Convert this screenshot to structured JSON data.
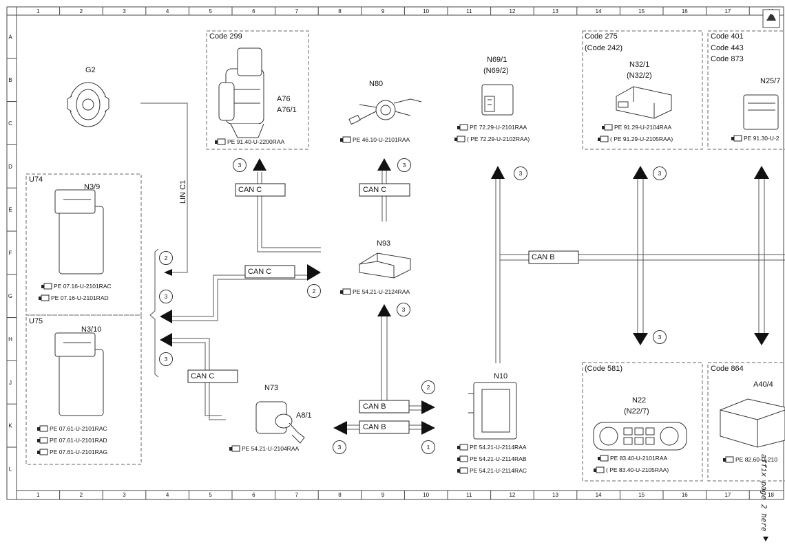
{
  "grid": {
    "columns": [
      "1",
      "2",
      "3",
      "4",
      "5",
      "6",
      "7",
      "8",
      "9",
      "10",
      "11",
      "12",
      "13",
      "14",
      "15",
      "16",
      "17",
      "18"
    ],
    "rows": [
      "A",
      "B",
      "C",
      "D",
      "E",
      "F",
      "G",
      "H",
      "J",
      "K",
      "L"
    ]
  },
  "boxes": {
    "code299": {
      "title": "Code 299"
    },
    "code275": {
      "title": "Code 275",
      "title2": "(Code 242)"
    },
    "code401": {
      "line1": "Code 401",
      "line2": "Code 443",
      "line3": "Code 873"
    },
    "u74": {
      "title": "U74"
    },
    "u75": {
      "title": "U75"
    },
    "code581": {
      "title": "(Code 581)"
    },
    "code864": {
      "title": "Code 864"
    }
  },
  "components": {
    "g2": "G2",
    "a76": "A76",
    "a76_1": "A76/1",
    "n80": "N80",
    "n69_1": "N69/1",
    "n69_2": "(N69/2)",
    "n32_1": "N32/1",
    "n32_2": "(N32/2)",
    "n25": "N25/7",
    "n3_9": "N3/9",
    "n3_10": "N3/10",
    "n93": "N93",
    "n73": "N73",
    "a8_1": "A8/1",
    "n10": "N10",
    "n22": "N22",
    "n22_7": "(N22/7)",
    "a40": "A40/4"
  },
  "refs": {
    "a76": "PE 91.40-U-2200RAA",
    "n80": "PE 46.10-U-2101RAA",
    "n69a": "PE 72.29-U-2101RAA",
    "n69b": "(     PE 72.29-U-2102RAA)",
    "n32a": "PE 91.29-U-2104RAA",
    "n32b": "(     PE 91.29-U-2105RAA)",
    "n25": "PE 91.30-U-2",
    "u74a": "PE 07.16-U-2101RAC",
    "u74b": "PE 07.16-U-2101RAD",
    "n93": "PE 54.21-U-2124RAA",
    "u75a": "PE 07.61-U-2101RAC",
    "u75b": "PE 07.61-U-2101RAD",
    "u75c": "PE 07.61-U-2101RAG",
    "n73": "PE 54.21-U-2104RAA",
    "n10a": "PE 54.21-U-2114RAA",
    "n10b": "PE 54.21-U-2114RAB",
    "n10c": "PE 54.21-U-2114RAC",
    "n22a": "PE 83.40-U-2101RAA",
    "n22b": "(     PE 83.40-U-2105RAA)",
    "a40": "PE 82.60-U-210"
  },
  "buses": {
    "lin": "LIN C1",
    "can_c_1": "CAN C",
    "can_c_2": "CAN C",
    "can_c_3": "CAN C",
    "can_c_4": "CAN C",
    "can_b_1": "CAN B",
    "can_b_2": "CAN B",
    "can_b_3": "CAN B"
  },
  "markers": {
    "one": "1",
    "two": "2",
    "three": "3"
  },
  "side_note": "affix page 2 here"
}
